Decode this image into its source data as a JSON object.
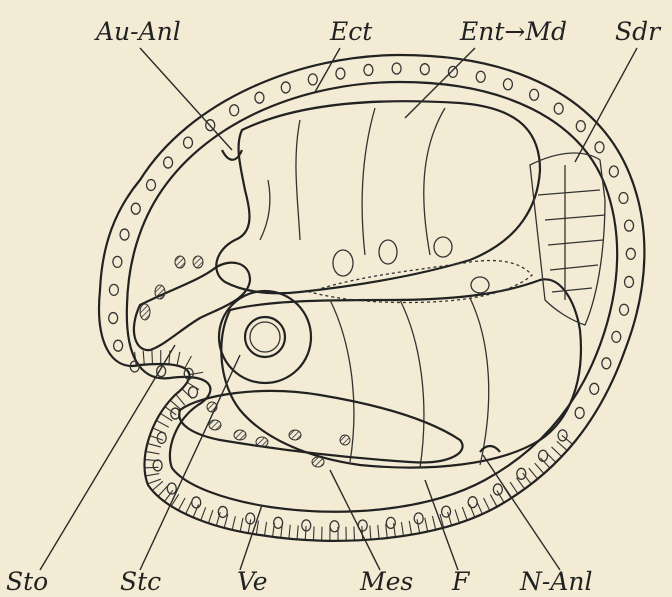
{
  "figure": {
    "background": "#f3ebd3",
    "ink": "#222222",
    "labels": {
      "au_anl": "Au-Anl",
      "ect": "Ect",
      "ent_md": "Ent→Md",
      "sdr": "Sdr",
      "sto": "Sto",
      "stc": "Stc",
      "ve": "Ve",
      "mes": "Mes",
      "f": "F",
      "n_anl": "N-Anl"
    }
  }
}
